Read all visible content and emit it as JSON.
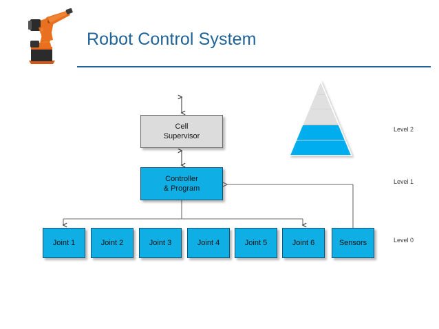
{
  "header": {
    "title": "Robot Control System",
    "robot_icon": "industrial-robot-arm",
    "accent_color": "#1F6399"
  },
  "diagram": {
    "supervisor": {
      "line1": "Cell",
      "line2": "Supervisor",
      "fill_color": "#DCDCDC"
    },
    "controller": {
      "line1": "Controller",
      "line2": "& Program",
      "fill_color": "#0FAEE4"
    },
    "leaves": [
      {
        "label": "Joint 1"
      },
      {
        "label": "Joint 2"
      },
      {
        "label": "Joint 3"
      },
      {
        "label": "Joint 4"
      },
      {
        "label": "Joint 5"
      },
      {
        "label": "Joint 6"
      },
      {
        "label": "Sensors"
      }
    ]
  },
  "pyramid": {
    "bands": [
      {
        "color": "#E0E0E0"
      },
      {
        "color": "#E0E0E0"
      },
      {
        "color": "#E0E0E0"
      },
      {
        "color": "#00AEEF"
      },
      {
        "color": "#00AEEF"
      }
    ]
  },
  "levels": [
    {
      "label": "Level 2"
    },
    {
      "label": "Level 1"
    },
    {
      "label": "Level 0"
    }
  ]
}
